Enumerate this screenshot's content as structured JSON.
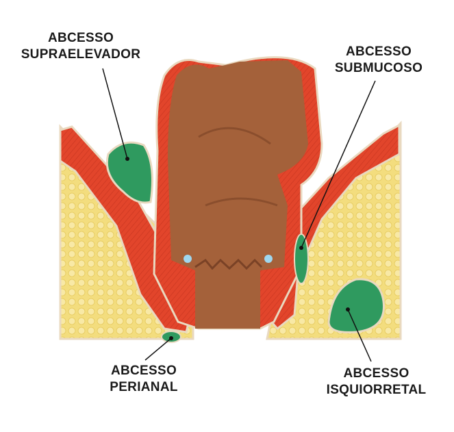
{
  "labels": {
    "supraelevador": {
      "line1": "ABCESSO",
      "line2": "SUPRAELEVADOR"
    },
    "submucoso": {
      "line1": "ABCESSO",
      "line2": "SUBMUCOSO"
    },
    "perianal": {
      "line1": "ABCESSO",
      "line2": "PERIANAL"
    },
    "isquiorretal": {
      "line1": "ABCESSO",
      "line2": "ISQUIORRETAL"
    }
  },
  "colors": {
    "fat": "#f3dd7e",
    "muscle": "#e2452b",
    "rectum": "#a4613a",
    "abscess": "#2f9a5f",
    "tissue_outline": "#e9d9c0"
  }
}
